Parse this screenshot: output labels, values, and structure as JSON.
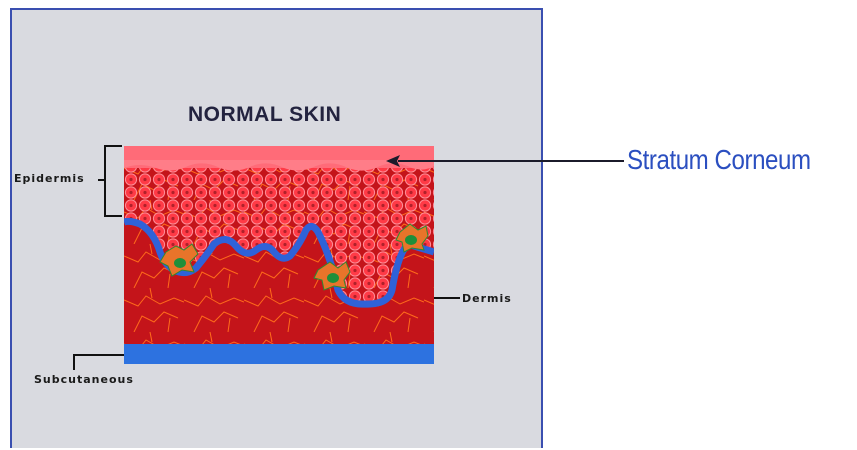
{
  "diagram": {
    "title": "NORMAL SKIN",
    "labels": {
      "epidermis": "Epidermis",
      "dermis": "Dermis",
      "subcutaneous": "Subcutaneous"
    },
    "callout": "Stratum Corneum",
    "colors": {
      "frame_border": "#3a4fb0",
      "frame_fill": "#d9dae0",
      "stratum_corneum": "#ff6b78",
      "epidermis": "#ff2f3e",
      "basement_membrane": "#2f62d8",
      "dermis": "#c4141a",
      "subcutaneous": "#2d72e0",
      "callout_text": "#2b4fc0"
    }
  }
}
